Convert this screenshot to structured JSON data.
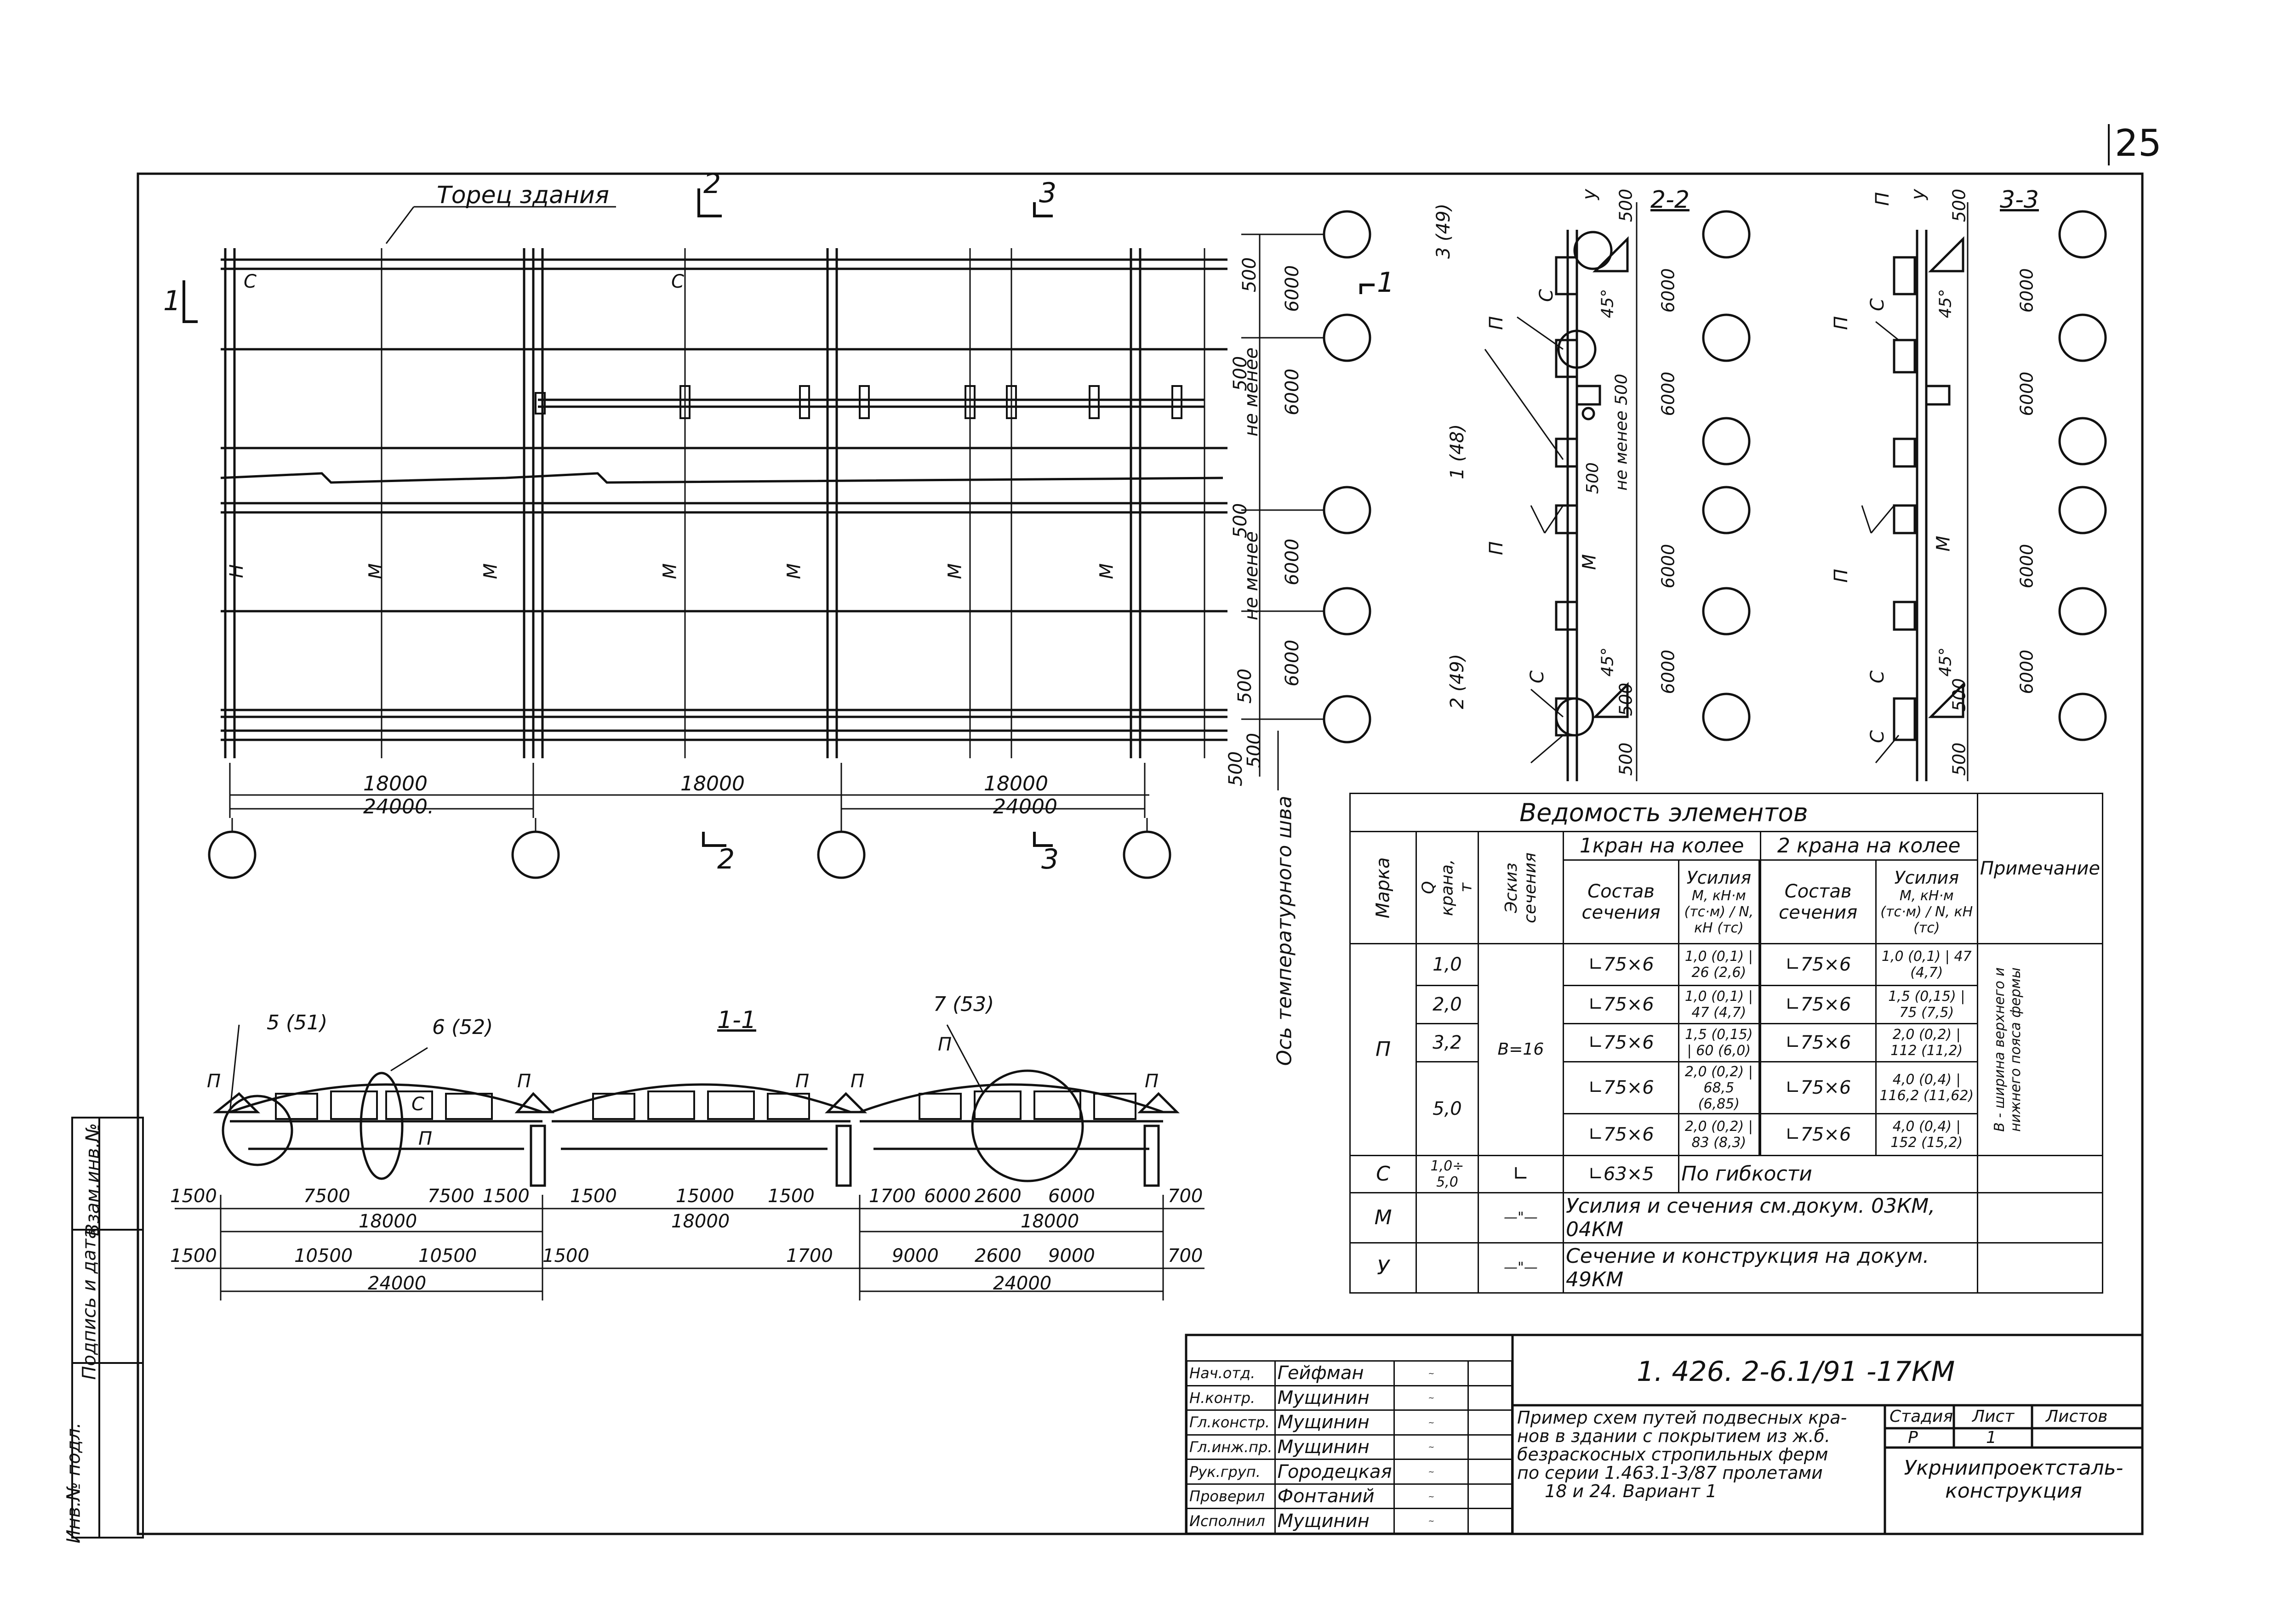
{
  "sheet": {
    "page_number": "25",
    "left_stamp": [
      "Инв.№ подл.",
      "Подпись и дата",
      "Взам.инв.№"
    ]
  },
  "plan": {
    "end_label": "Торец здания",
    "section_marks": [
      "1",
      "1",
      "2",
      "2",
      "3",
      "3"
    ],
    "spans": [
      "18000",
      "18000",
      "18000"
    ],
    "totals": [
      "24000.",
      "24000"
    ],
    "right_dims": [
      "500",
      "6000",
      "500",
      "не менее",
      "6000",
      "500",
      "не менее",
      "6000",
      "500",
      "6000",
      "500",
      "500"
    ],
    "axis_label": "Ось температурного шва",
    "member_marks": [
      "С",
      "С",
      "М",
      "М",
      "М",
      "М",
      "М",
      "М",
      "Н"
    ]
  },
  "section_22": {
    "title": "2-2",
    "callouts": [
      "3 (49)",
      "1 (48)",
      "2 (49)",
      "П",
      "П",
      "С",
      "С",
      "у",
      "М"
    ],
    "dims": [
      "500",
      "6000",
      "6000",
      "6000",
      "6000",
      "500",
      "500",
      "не менее 500",
      "500",
      "45°",
      "45°"
    ]
  },
  "section_33": {
    "title": "3-3",
    "labels": [
      "П",
      "у",
      "С",
      "П",
      "П",
      "М",
      "С",
      "С"
    ],
    "dims": [
      "500",
      "6000",
      "6000",
      "6000",
      "6000",
      "500",
      "500",
      "45°",
      "45°"
    ]
  },
  "section_11": {
    "title": "1-1",
    "callouts": [
      "5 (51)",
      "6 (52)",
      "7 (53)",
      "П",
      "П",
      "П",
      "П",
      "П",
      "П",
      "С",
      "П"
    ],
    "row1": [
      "1500",
      "7500",
      "7500",
      "1500",
      "1500",
      "15000",
      "1500",
      "1700",
      "6000",
      "2600",
      "6000",
      "700"
    ],
    "row1_totals": [
      "18000",
      "18000",
      "18000"
    ],
    "row2": [
      "1500",
      "10500",
      "10500",
      "1500",
      "1700",
      "9000",
      "2600",
      "9000",
      "700"
    ],
    "row2_totals": [
      "24000",
      "24000"
    ]
  },
  "schedule": {
    "title": "Ведомость элементов",
    "headers": {
      "mark": "Марка",
      "q": "Q крана, т",
      "sketch": "Эскиз сечения",
      "one_crane": "1кран на колее",
      "two_crane": "2 крана на колее",
      "composition": "Состав сечения",
      "forces": "Усилия",
      "m_unit": "М, кН·м (тс·м)",
      "n_unit": "N, кН (тс)",
      "note": "Примечание"
    },
    "rows": [
      {
        "q": "1,0",
        "s1": "∟75×6",
        "m1": "1,0 (0,1)",
        "n1": "26 (2,6)",
        "s2": "∟75×6",
        "m2": "1,0 (0,1)",
        "n2": "47 (4,7)"
      },
      {
        "q": "2,0",
        "s1": "∟75×6",
        "m1": "1,0 (0,1)",
        "n1": "47 (4,7)",
        "s2": "∟75×6",
        "m2": "1,5 (0,15)",
        "n2": "75 (7,5)"
      },
      {
        "q": "3,2",
        "s1": "∟75×6",
        "m1": "1,5 (0,15)",
        "n1": "60 (6,0)",
        "s2": "∟75×6",
        "m2": "2,0 (0,2)",
        "n2": "112 (11,2)"
      },
      {
        "q": "5,0",
        "s1": "∟75×6",
        "m1": "2,0 (0,2)",
        "n1": "68,5 (6,85)",
        "s2": "∟75×6",
        "m2": "4,0 (0,4)",
        "n2": "116,2 (11,62)"
      },
      {
        "q": "",
        "s1": "∟75×6",
        "m1": "2,0 (0,2)",
        "n1": "83 (8,3)",
        "s2": "∟75×6",
        "m2": "4,0 (0,4)",
        "n2": "152 (15,2)"
      }
    ],
    "p_mark": "П",
    "p_sketch": "В=16",
    "p_note": "В - ширина верхнего и нижнего пояса фермы",
    "c_row": {
      "mark": "С",
      "q": "1,0÷ 5,0",
      "sketch": "∟",
      "section": "∟63×5",
      "text": "По гибкости"
    },
    "m_row": {
      "mark": "М",
      "sketch": "—\"—",
      "text": "Усилия и сечения см.докум. 03КМ, 04КМ"
    },
    "u_row": {
      "mark": "У",
      "sketch": "—\"—",
      "text": "Сечение и конструкция на докум. 49КМ"
    }
  },
  "title_block": {
    "doc_code": "1. 426. 2-6.1/91  -17КМ",
    "staff": [
      {
        "role": "Нач.отд.",
        "name": "Гейфман"
      },
      {
        "role": "Н.контр.",
        "name": "Мущинин"
      },
      {
        "role": "Гл.констр.",
        "name": "Мущинин"
      },
      {
        "role": "Гл.инж.пр.",
        "name": "Мущинин"
      },
      {
        "role": "Рук.груп.",
        "name": "Городецкая"
      },
      {
        "role": "Проверил",
        "name": "Фонтаний"
      },
      {
        "role": "Исполнил",
        "name": "Мущинин"
      }
    ],
    "description": [
      "Пример схем путей подвесных кра-",
      "нов в здании с покрытием из ж.б.",
      "безраскосных стропильных ферм",
      "по серии 1.463.1-3/87 пролетами",
      "18 и 24. Вариант 1"
    ],
    "stage_label": "Стадия",
    "sheet_label": "Лист",
    "sheets_label": "Листов",
    "stage": "Р",
    "sheet": "1",
    "org": [
      "Укрниипроектсталь-",
      "конструкция"
    ]
  }
}
